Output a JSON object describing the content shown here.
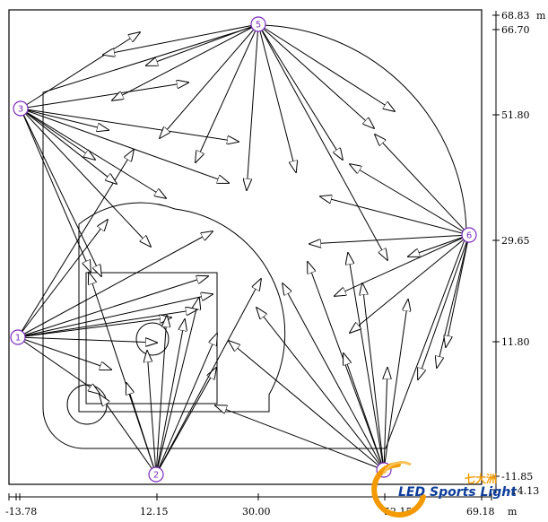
{
  "unit_label": "m",
  "axis_right": {
    "ticks": [
      "68.83",
      "66.70",
      "51.80",
      "29.65",
      "11.80",
      "-11.85",
      "-14.13"
    ]
  },
  "axis_bottom": {
    "ticks": [
      "-13.78",
      "12.15",
      "30.00",
      "52.15",
      "69.18"
    ]
  },
  "poles": [
    {
      "id": "1"
    },
    {
      "id": "2"
    },
    {
      "id": "3"
    },
    {
      "id": "4"
    },
    {
      "id": "5"
    },
    {
      "id": "6"
    }
  ],
  "brand": {
    "name_cn": "七大洲",
    "name_en": "LED Sports Light"
  },
  "colors": {
    "line": "#000000",
    "pole_marker": "#7a2bbf",
    "brand_orange": "#f39a00",
    "brand_blue": "#0d3e9c"
  }
}
